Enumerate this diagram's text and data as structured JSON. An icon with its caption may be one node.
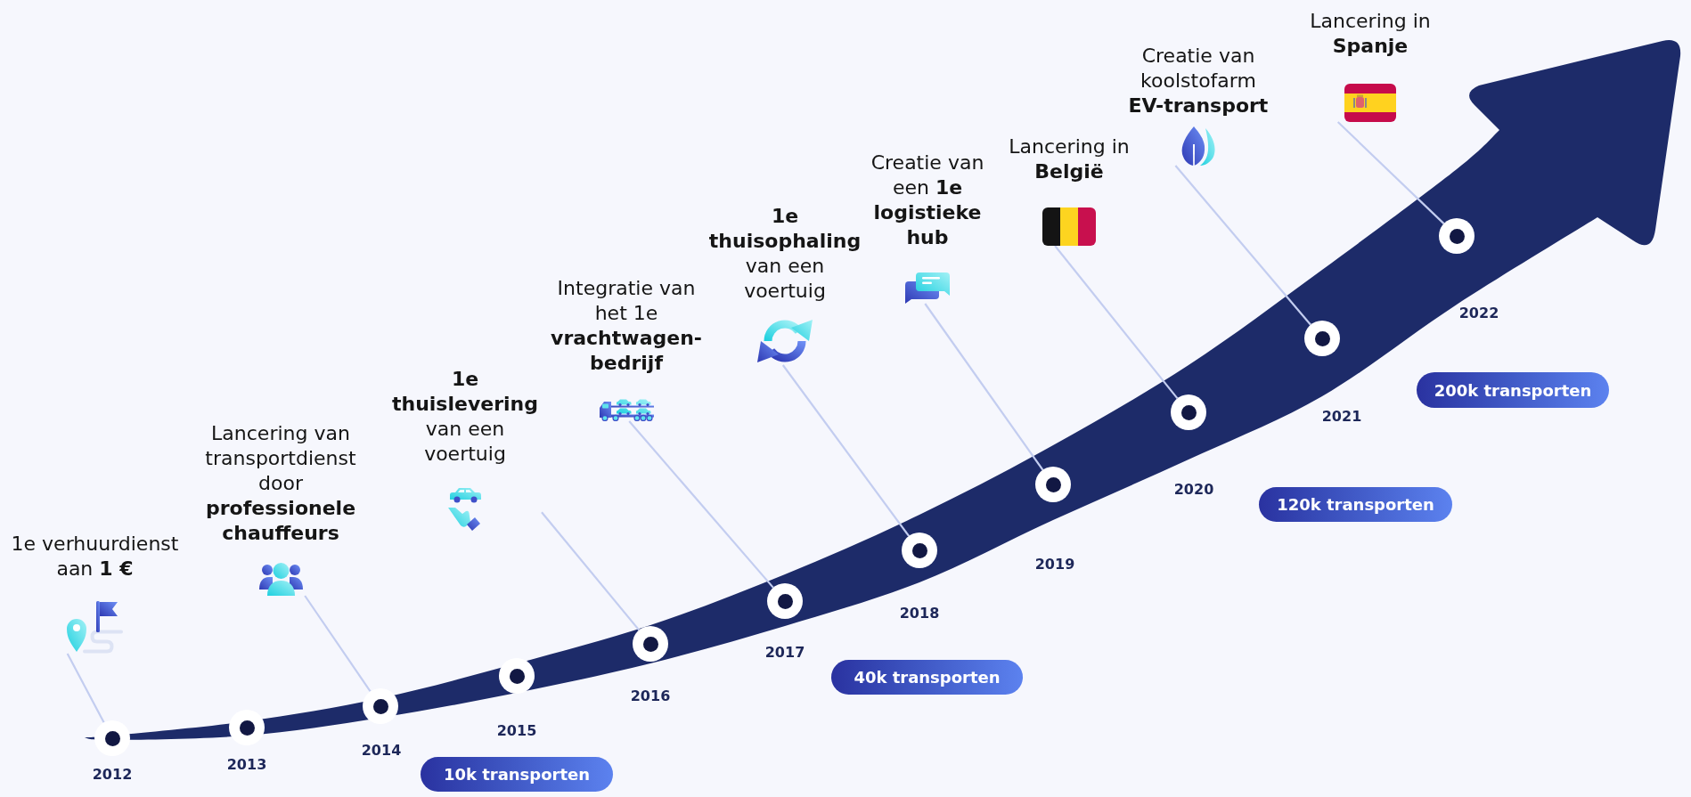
{
  "diagram": {
    "nodes": [
      {
        "text": [
          "1e verhuurdienst aan **1 €**"
        ]
      },
      {
        "text": [
          "Lancering van transportdienst door **professionele chauffeurs**"
        ]
      },
      {
        "text": [
          "**1e thuislevering** van een voertuig"
        ]
      },
      {
        "text": [
          "Integratie van het 1e **vrachtwagen-bedrijf**"
        ]
      },
      {
        "text": [
          "**1e thuisophaling** van een voertuig"
        ]
      },
      {
        "text": [
          "Creatie van een **1e logistieke hub**"
        ]
      },
      {
        "text": [
          "Lancering in **België**"
        ]
      },
      {
        "text": [
          "Creatie van koolstofarm **EV-transport**"
        ]
      },
      {
        "text": [
          "Lancering in **Spanje**"
        ]
      },
      {
        "text": [],
        "shape": "circle",
        "beside": [
          "2012"
        ]
      },
      {
        "text": [],
        "shape": "circle",
        "beside": [
          "2013"
        ]
      },
      {
        "text": [],
        "shape": "circle",
        "beside": [
          "2014"
        ]
      },
      {
        "text": [],
        "shape": "circle",
        "beside": [
          "2015"
        ]
      },
      {
        "text": [],
        "shape": "circle",
        "beside": [
          "2016"
        ]
      },
      {
        "text": [],
        "shape": "circle",
        "beside": [
          "2017"
        ]
      },
      {
        "text": [],
        "shape": "circle",
        "beside": [
          "2018"
        ]
      },
      {
        "text": [],
        "shape": "circle",
        "beside": [
          "2019"
        ]
      },
      {
        "text": [],
        "shape": "circle",
        "beside": [
          "2020"
        ]
      },
      {
        "text": [],
        "shape": "circle",
        "beside": [
          "2021"
        ]
      },
      {
        "text": [],
        "shape": "circle",
        "beside": [
          "2022"
        ]
      },
      {
        "text": [
          "10k transporten"
        ]
      },
      {
        "text": [
          "40k transporten"
        ]
      },
      {
        "text": [
          "120k transporten"
        ]
      },
      {
        "text": [
          "200k transporten"
        ]
      }
    ],
    "edges": [
      {
        "from": 0,
        "to": 9,
        "arrow": "none"
      },
      {
        "from": 1,
        "to": 11,
        "arrow": "none"
      },
      {
        "from": 2,
        "to": 13,
        "arrow": "none"
      },
      {
        "from": 3,
        "to": 14,
        "arrow": "none"
      },
      {
        "from": 4,
        "to": 15,
        "arrow": "none"
      },
      {
        "from": 5,
        "to": 16,
        "arrow": "none"
      },
      {
        "from": 6,
        "to": 17,
        "arrow": "none"
      },
      {
        "from": 7,
        "to": 18,
        "arrow": "none"
      },
      {
        "from": 8,
        "to": 19,
        "arrow": "none"
      }
    ]
  }
}
